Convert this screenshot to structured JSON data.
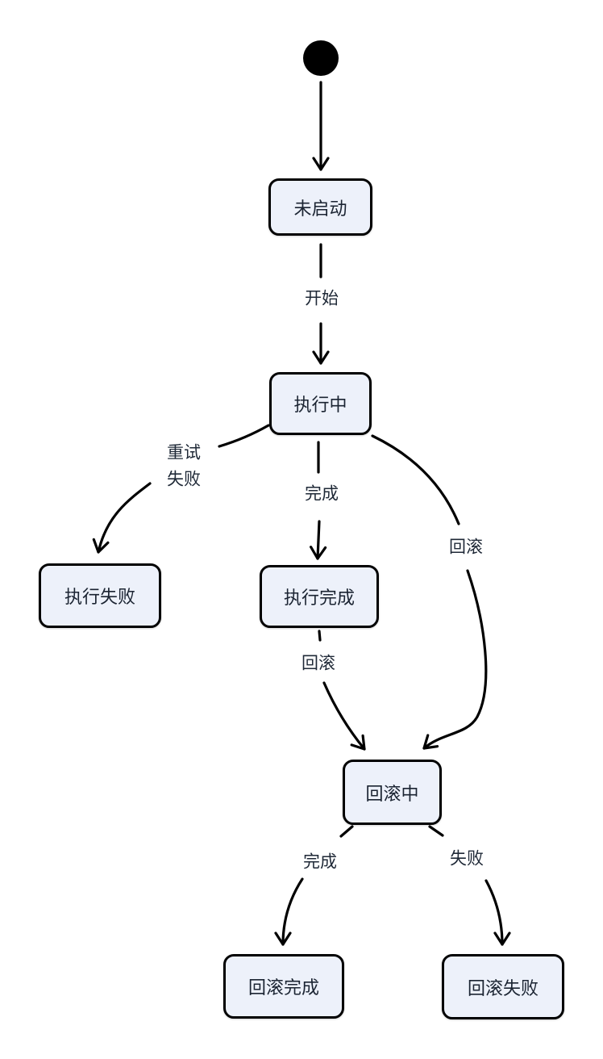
{
  "diagram": {
    "type": "state-diagram",
    "colors": {
      "background": "#ffffff",
      "node_fill": "#edf1fa",
      "node_border": "#000000",
      "edge": "#000000",
      "node_text": "#1b2432",
      "edge_label_text": "#1f2937"
    },
    "nodes": {
      "initial": {
        "kind": "initial-pseudo-state"
      },
      "not_started": {
        "label": "未启动"
      },
      "executing": {
        "label": "执行中"
      },
      "exec_failed": {
        "label": "执行失败"
      },
      "exec_done": {
        "label": "执行完成"
      },
      "rolling_back": {
        "label": "回滚中"
      },
      "rollback_done": {
        "label": "回滚完成"
      },
      "rollback_failed": {
        "label": "回滚失败"
      }
    },
    "edges": [
      {
        "from": "initial",
        "to": "not_started",
        "label": ""
      },
      {
        "from": "not_started",
        "to": "executing",
        "label": "开始"
      },
      {
        "from": "executing",
        "to": "exec_failed",
        "label": "重试 失败",
        "label_lines": [
          "重试",
          "失败"
        ]
      },
      {
        "from": "executing",
        "to": "exec_done",
        "label": "完成"
      },
      {
        "from": "executing",
        "to": "rolling_back",
        "label": "回滚"
      },
      {
        "from": "exec_done",
        "to": "rolling_back",
        "label": "回滚"
      },
      {
        "from": "rolling_back",
        "to": "rollback_done",
        "label": "完成"
      },
      {
        "from": "rolling_back",
        "to": "rollback_failed",
        "label": "失败"
      }
    ]
  }
}
